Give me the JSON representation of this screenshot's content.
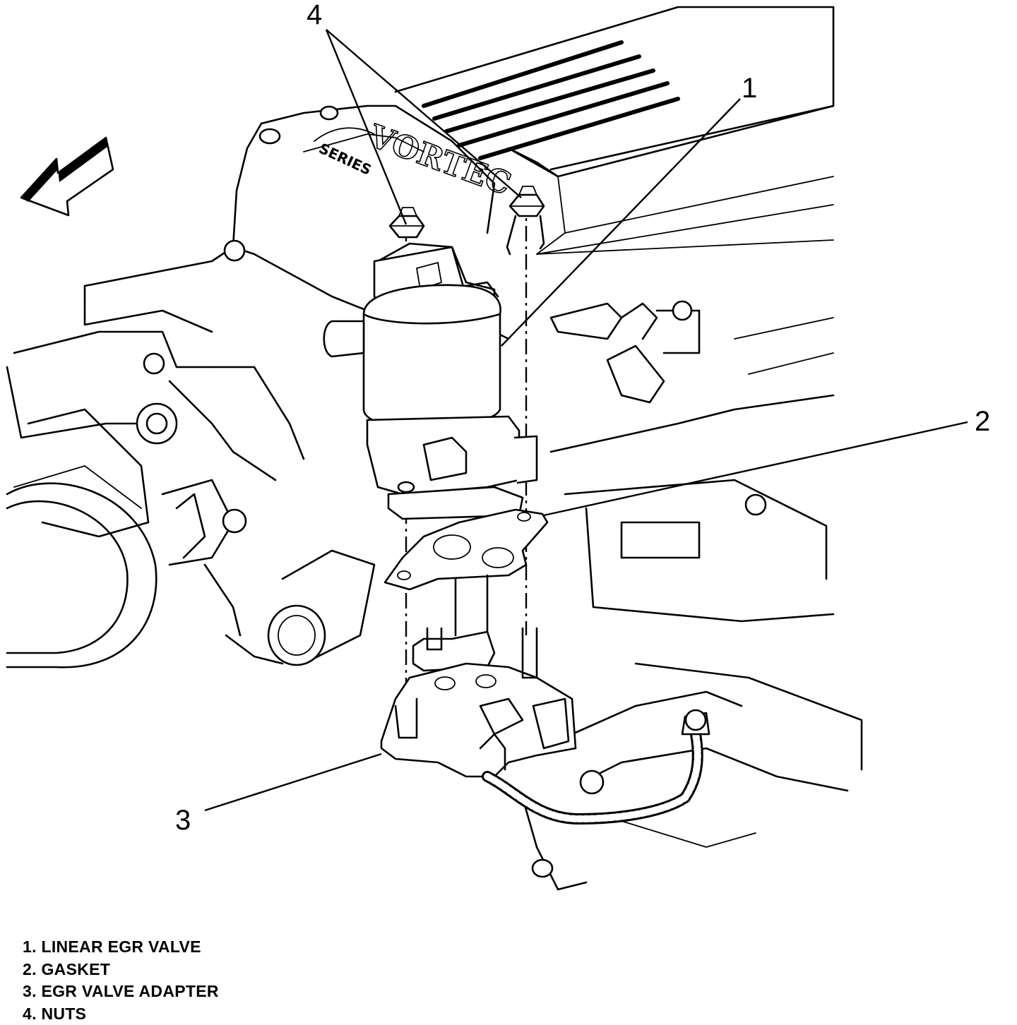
{
  "callouts": {
    "c1": "1",
    "c2": "2",
    "c3": "3",
    "c4": "4"
  },
  "legend": [
    "1. LINEAR EGR VALVE",
    "2. GASKET",
    "3. EGR VALVE ADAPTER",
    "4. NUTS"
  ]
}
